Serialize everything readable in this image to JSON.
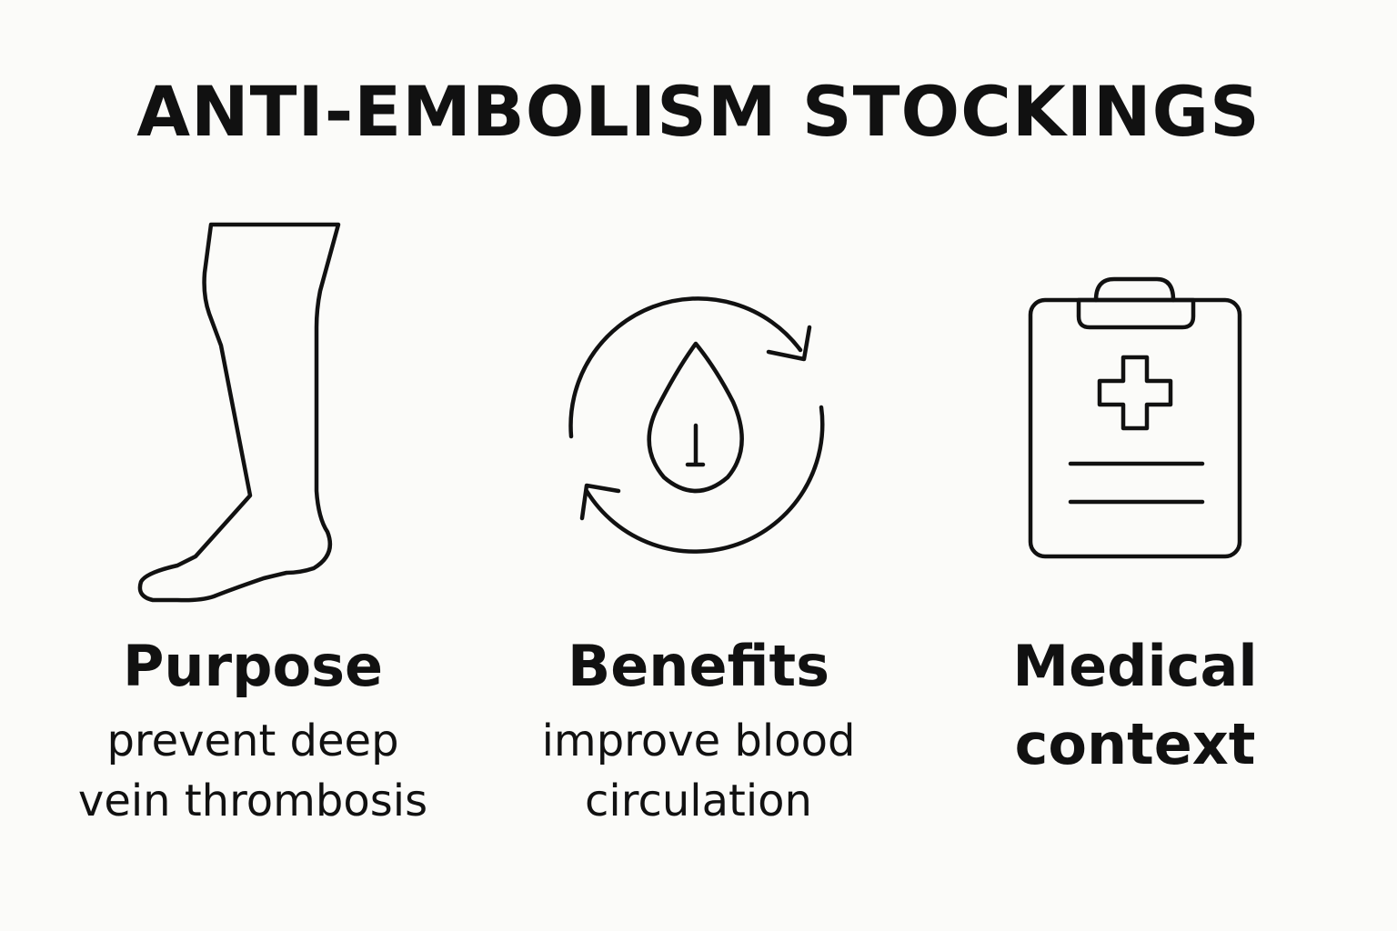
{
  "title": "ANTI-EMBOLISM STOCKINGS",
  "columns": [
    {
      "icon": "leg-stocking-icon",
      "heading": "Purpose",
      "lines": [
        "prevent deep",
        "vein thrombosis"
      ]
    },
    {
      "icon": "circulation-cycle-icon",
      "heading": "Benefits",
      "lines": [
        "improve blood",
        "circulation"
      ]
    },
    {
      "icon": "medical-clipboard-icon",
      "heading_lines": [
        "Medical",
        "context"
      ]
    }
  ]
}
